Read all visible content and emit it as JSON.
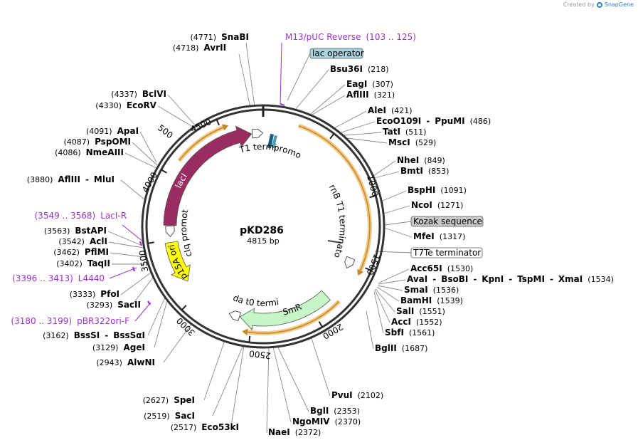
{
  "credit": {
    "prefix": "Created by",
    "brand": "SnapGene"
  },
  "plasmid": {
    "name": "pKD286",
    "length_label": "4815 bp",
    "length": 4815
  },
  "ticks": [
    "500",
    "1000",
    "1500",
    "2000",
    "2500",
    "3000",
    "3500",
    "4000",
    "4500"
  ],
  "site_labels": [
    {
      "parts": [
        {
          "t": "(4771)",
          "c": "site-pos"
        },
        {
          "t": "SnaBI",
          "c": "site-name"
        }
      ]
    },
    {
      "parts": [
        {
          "t": "(4718)",
          "c": "site-pos"
        },
        {
          "t": "AvrII",
          "c": "site-name"
        }
      ]
    },
    {
      "parts": [
        {
          "t": "Bsu36I",
          "c": "site-name"
        },
        {
          "t": "(218)",
          "c": "site-pos"
        }
      ]
    },
    {
      "parts": [
        {
          "t": "EagI",
          "c": "site-name"
        },
        {
          "t": "(307)",
          "c": "site-pos"
        }
      ]
    },
    {
      "parts": [
        {
          "t": "AflIII",
          "c": "site-name"
        },
        {
          "t": "(321)",
          "c": "site-pos"
        }
      ]
    },
    {
      "parts": [
        {
          "t": "AleI",
          "c": "site-name"
        },
        {
          "t": "(421)",
          "c": "site-pos"
        }
      ]
    },
    {
      "parts": [
        {
          "t": "EcoO109I",
          "c": "site-name"
        },
        {
          "t": "-",
          "c": "site-sep"
        },
        {
          "t": "PpuMI",
          "c": "site-name"
        },
        {
          "t": "(486)",
          "c": "site-pos"
        }
      ]
    },
    {
      "parts": [
        {
          "t": "TatI",
          "c": "site-name"
        },
        {
          "t": "(511)",
          "c": "site-pos"
        }
      ]
    },
    {
      "parts": [
        {
          "t": "MscI",
          "c": "site-name"
        },
        {
          "t": "(529)",
          "c": "site-pos"
        }
      ]
    },
    {
      "parts": [
        {
          "t": "NheI",
          "c": "site-name"
        },
        {
          "t": "(849)",
          "c": "site-pos"
        }
      ]
    },
    {
      "parts": [
        {
          "t": "BmtI",
          "c": "site-name"
        },
        {
          "t": "(853)",
          "c": "site-pos"
        }
      ]
    },
    {
      "parts": [
        {
          "t": "BspHI",
          "c": "site-name"
        },
        {
          "t": "(1091)",
          "c": "site-pos"
        }
      ]
    },
    {
      "parts": [
        {
          "t": "NcoI",
          "c": "site-name"
        },
        {
          "t": "(1271)",
          "c": "site-pos"
        }
      ]
    },
    {
      "parts": [
        {
          "t": "MfeI",
          "c": "site-name"
        },
        {
          "t": "(1317)",
          "c": "site-pos"
        }
      ]
    },
    {
      "parts": [
        {
          "t": "Acc65I",
          "c": "site-name"
        },
        {
          "t": "(1530)",
          "c": "site-pos"
        }
      ]
    },
    {
      "parts": [
        {
          "t": "AvaI",
          "c": "site-name"
        },
        {
          "t": "-",
          "c": "site-sep"
        },
        {
          "t": "BsoBI",
          "c": "site-name"
        },
        {
          "t": "-",
          "c": "site-sep"
        },
        {
          "t": "KpnI",
          "c": "site-name"
        },
        {
          "t": "-",
          "c": "site-sep"
        },
        {
          "t": "TspMI",
          "c": "site-name"
        },
        {
          "t": "-",
          "c": "site-sep"
        },
        {
          "t": "XmaI",
          "c": "site-name"
        },
        {
          "t": "(1534)",
          "c": "site-pos"
        }
      ]
    },
    {
      "parts": [
        {
          "t": "SmaI",
          "c": "site-name"
        },
        {
          "t": "(1536)",
          "c": "site-pos"
        }
      ]
    },
    {
      "parts": [
        {
          "t": "BamHI",
          "c": "site-name"
        },
        {
          "t": "(1539)",
          "c": "site-pos"
        }
      ]
    },
    {
      "parts": [
        {
          "t": "SalI",
          "c": "site-name"
        },
        {
          "t": "(1551)",
          "c": "site-pos"
        }
      ]
    },
    {
      "parts": [
        {
          "t": "AccI",
          "c": "site-name"
        },
        {
          "t": "(1552)",
          "c": "site-pos"
        }
      ]
    },
    {
      "parts": [
        {
          "t": "SbfI",
          "c": "site-name"
        },
        {
          "t": "(1561)",
          "c": "site-pos"
        }
      ]
    },
    {
      "parts": [
        {
          "t": "BglII",
          "c": "site-name"
        },
        {
          "t": "(1687)",
          "c": "site-pos"
        }
      ]
    },
    {
      "parts": [
        {
          "t": "PvuI",
          "c": "site-name"
        },
        {
          "t": "(2102)",
          "c": "site-pos"
        }
      ]
    },
    {
      "parts": [
        {
          "t": "BglI",
          "c": "site-name"
        },
        {
          "t": "(2353)",
          "c": "site-pos"
        }
      ]
    },
    {
      "parts": [
        {
          "t": "NgoMIV",
          "c": "site-name"
        },
        {
          "t": "(2370)",
          "c": "site-pos"
        }
      ]
    },
    {
      "parts": [
        {
          "t": "NaeI",
          "c": "site-name"
        },
        {
          "t": "(2372)",
          "c": "site-pos"
        }
      ]
    },
    {
      "parts": [
        {
          "t": "(2627)",
          "c": "site-pos"
        },
        {
          "t": "SpeI",
          "c": "site-name"
        }
      ]
    },
    {
      "parts": [
        {
          "t": "(2519)",
          "c": "site-pos"
        },
        {
          "t": "SacI",
          "c": "site-name"
        }
      ]
    },
    {
      "parts": [
        {
          "t": "(2517)",
          "c": "site-pos"
        },
        {
          "t": "Eco53kI",
          "c": "site-name"
        }
      ]
    },
    {
      "parts": [
        {
          "t": "(2943)",
          "c": "site-pos"
        },
        {
          "t": "AlwNI",
          "c": "site-name"
        }
      ]
    },
    {
      "parts": [
        {
          "t": "(3162)",
          "c": "site-pos"
        },
        {
          "t": "BssSI",
          "c": "site-name"
        },
        {
          "t": "-",
          "c": "site-sep"
        },
        {
          "t": "BssSαI",
          "c": "site-name"
        }
      ]
    },
    {
      "parts": [
        {
          "t": "(3129)",
          "c": "site-pos"
        },
        {
          "t": "AgeI",
          "c": "site-name"
        }
      ]
    },
    {
      "parts": [
        {
          "t": "(3293)",
          "c": "site-pos"
        },
        {
          "t": "SacII",
          "c": "site-name"
        }
      ]
    },
    {
      "parts": [
        {
          "t": "(3333)",
          "c": "site-pos"
        },
        {
          "t": "PfoI",
          "c": "site-name"
        }
      ]
    },
    {
      "parts": [
        {
          "t": "(3402)",
          "c": "site-pos"
        },
        {
          "t": "TaqII",
          "c": "site-name"
        }
      ]
    },
    {
      "parts": [
        {
          "t": "(3462)",
          "c": "site-pos"
        },
        {
          "t": "PflMI",
          "c": "site-name"
        }
      ]
    },
    {
      "parts": [
        {
          "t": "(3542)",
          "c": "site-pos"
        },
        {
          "t": "AclI",
          "c": "site-name"
        }
      ]
    },
    {
      "parts": [
        {
          "t": "(3563)",
          "c": "site-pos"
        },
        {
          "t": "BstAPI",
          "c": "site-name"
        }
      ]
    },
    {
      "parts": [
        {
          "t": "(3880)",
          "c": "site-pos"
        },
        {
          "t": "AflIII",
          "c": "site-name"
        },
        {
          "t": "-",
          "c": "site-sep"
        },
        {
          "t": "MluI",
          "c": "site-name"
        }
      ]
    },
    {
      "parts": [
        {
          "t": "(4086)",
          "c": "site-pos"
        },
        {
          "t": "NmeAIII",
          "c": "site-name"
        }
      ]
    },
    {
      "parts": [
        {
          "t": "(4087)",
          "c": "site-pos"
        },
        {
          "t": "PspOMI",
          "c": "site-name"
        }
      ]
    },
    {
      "parts": [
        {
          "t": "(4091)",
          "c": "site-pos"
        },
        {
          "t": "ApaI",
          "c": "site-name"
        }
      ]
    },
    {
      "parts": [
        {
          "t": "(4330)",
          "c": "site-pos"
        },
        {
          "t": "EcoRV",
          "c": "site-name"
        }
      ]
    },
    {
      "parts": [
        {
          "t": "(4337)",
          "c": "site-pos"
        },
        {
          "t": "BclVI",
          "c": "site-name"
        }
      ]
    }
  ],
  "primer_labels": [
    {
      "parts": [
        {
          "t": "M13/pUC Reverse",
          "c": "primer"
        },
        {
          "t": "(103 .. 125)",
          "c": "primer"
        }
      ]
    },
    {
      "parts": [
        {
          "t": "(3549 .. 3568)",
          "c": "primer"
        },
        {
          "t": "LacI-R",
          "c": "primer"
        }
      ]
    },
    {
      "parts": [
        {
          "t": "(3396 .. 3413)",
          "c": "primer"
        },
        {
          "t": "L4440",
          "c": "primer"
        }
      ]
    },
    {
      "parts": [
        {
          "t": "(3180 .. 3199)",
          "c": "primer"
        },
        {
          "t": "pBR322ori-F",
          "c": "primer"
        }
      ]
    }
  ],
  "boxed_labels": [
    {
      "text": "lac operator",
      "fill": "#a8d4e0"
    },
    {
      "text": "Kozak sequence",
      "fill": "#c8c8c8"
    },
    {
      "text": "T7Te terminator",
      "fill": "#ffffff"
    }
  ],
  "features": [
    {
      "label": "lacI",
      "color": "#9b2c62",
      "text_color": "#ffffff"
    },
    {
      "label": "p15A ori",
      "color": "#ffff00",
      "text_color": "#000000"
    },
    {
      "label": "SmR",
      "color": "#c6f5c6",
      "text_color": "#000000"
    }
  ],
  "curved_labels": [
    "rrnB T1 terminator",
    "tac promoter",
    "rrnB T1 terminator",
    "lacIq promoter",
    "lambda t0 terminator"
  ],
  "colors": {
    "backbone": "#333333",
    "orf": "#f2c98a",
    "orf_stroke": "#c08a24",
    "primer": "#9b30d0",
    "leader": "#888888"
  }
}
